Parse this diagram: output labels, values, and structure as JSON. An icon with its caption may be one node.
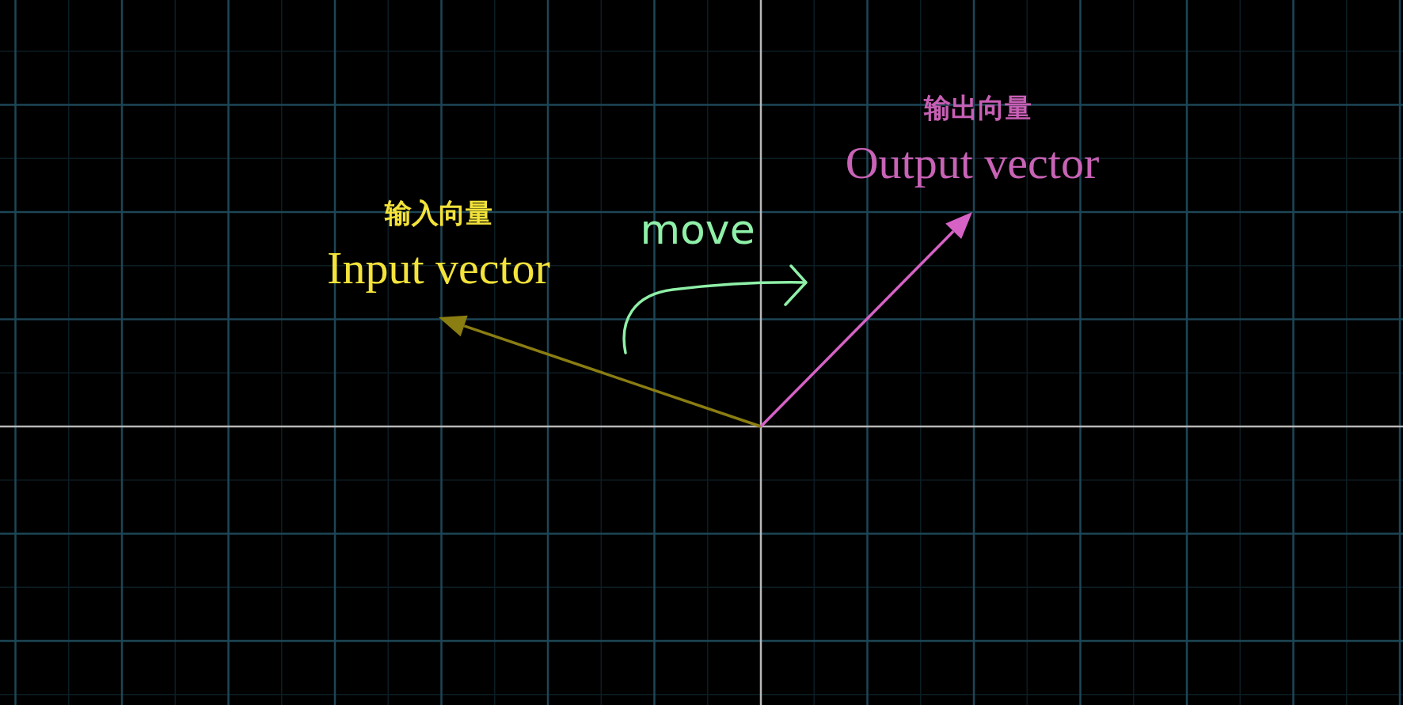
{
  "diagram": {
    "labels": [
      "输出向量",
      "Output vector",
      "输入向量",
      "Input vector",
      "move"
    ]
  }
}
